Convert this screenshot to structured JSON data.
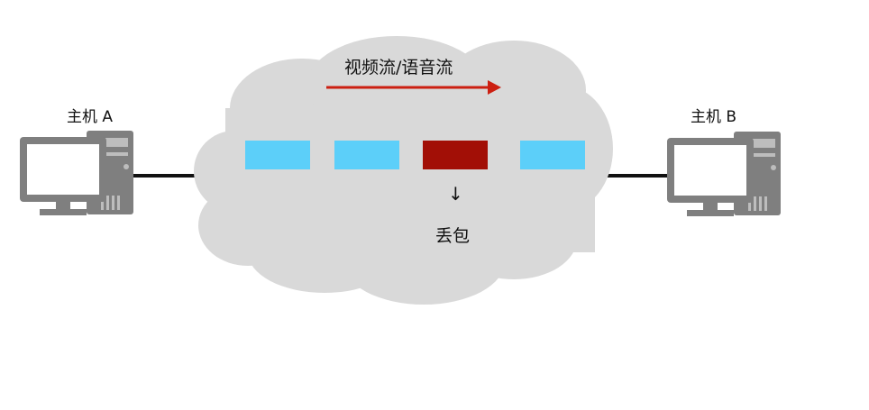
{
  "host_a": {
    "label": "主机 A"
  },
  "host_b": {
    "label": "主机 B"
  },
  "stream": {
    "label": "视频流/语音流",
    "arrow_color": "#cc1f11"
  },
  "packets": [
    {
      "status": "ok",
      "color": "#5ccff9"
    },
    {
      "status": "ok",
      "color": "#5ccff9"
    },
    {
      "status": "lost",
      "color": "#a20f06"
    },
    {
      "status": "ok",
      "color": "#5ccff9"
    }
  ],
  "packet_loss": {
    "label": "丢包",
    "arrow_glyph": "↓"
  },
  "colors": {
    "cloud": "#d9d9d9",
    "computer": "#7f7f7f",
    "link": "#111111"
  }
}
